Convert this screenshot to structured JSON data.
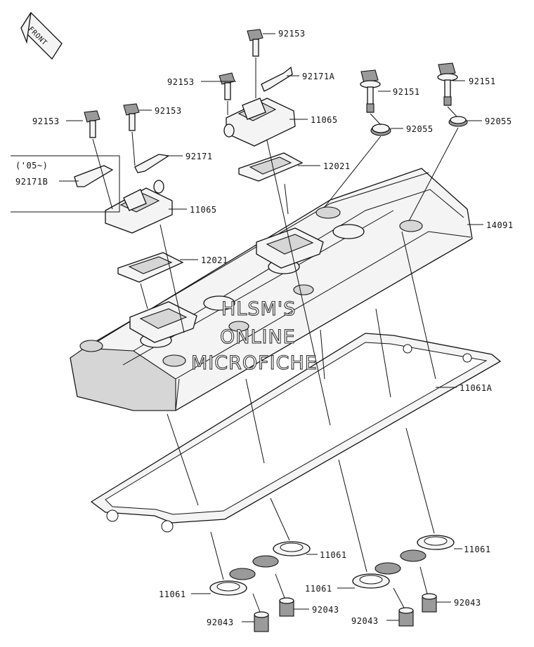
{
  "front_badge": "FRONT",
  "variant_note": "('05~)",
  "watermark": [
    "HLSM'S",
    "ONLINE",
    "MICROFICHE"
  ],
  "callouts": {
    "c92153a": "92153",
    "c92171a": "92171A",
    "c92153b": "92153",
    "c92151a": "92151",
    "c92151b": "92151",
    "c11065a": "11065",
    "c92055a": "92055",
    "c92055b": "92055",
    "c92153c": "92153",
    "c92153d": "92153",
    "c92171": "92171",
    "c92171b": "92171B",
    "c12021a": "12021",
    "c11065b": "11065",
    "c14091": "14091",
    "c12021b": "12021",
    "c11061a": "11061A",
    "c11061b": "11061",
    "c11061c": "11061",
    "c11061d": "11061",
    "c11061e": "11061",
    "c92043a": "92043",
    "c92043b": "92043",
    "c92043c": "92043",
    "c92043d": "92043"
  }
}
